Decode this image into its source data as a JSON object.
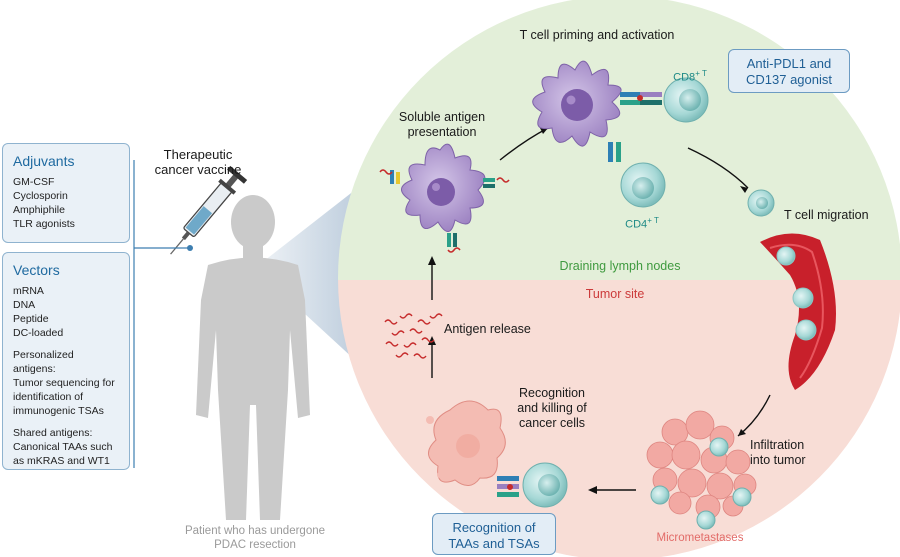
{
  "adjuvants": {
    "title": "Adjuvants",
    "items": [
      "GM-CSF",
      "Cyclosporin",
      "Amphiphile",
      "TLR agonists"
    ]
  },
  "vectors": {
    "title": "Vectors",
    "items": [
      "mRNA",
      "DNA",
      "Peptide",
      "DC-loaded"
    ],
    "personalized_title": "Personalized antigens:",
    "personalized_lines": [
      "Tumor sequencing for",
      "identification of",
      "immunogenic TSAs"
    ],
    "shared_title": "Shared antigens:",
    "shared_lines": [
      "Canonical TAAs such",
      "as mKRAS and WT1"
    ]
  },
  "vaccine_label": [
    "Therapeutic",
    "cancer vaccine"
  ],
  "patient_label": [
    "Patient who has undergone",
    "PDAC resection"
  ],
  "regions": {
    "lymph": "Draining lymph nodes",
    "tumor": "Tumor site"
  },
  "steps": {
    "soluble": [
      "Soluble antigen",
      "presentation"
    ],
    "priming": "T cell priming and activation",
    "migration": "T cell migration",
    "infiltration": [
      "Infiltration",
      "into tumor"
    ],
    "recognition": [
      "Recognition",
      "and killing of",
      "cancer cells"
    ],
    "release": "Antigen release",
    "micrometastases": "Micrometastases"
  },
  "cells": {
    "cd8": "CD8",
    "cd4": "CD4",
    "plus_t": "+ T"
  },
  "callouts": {
    "anti_pdl1": [
      "Anti-PDL1 and",
      "CD137 agonist"
    ],
    "taa_tsa": [
      "Recognition of",
      "TAAs and TSAs"
    ]
  },
  "colors": {
    "lymph_bg": "#e3efd9",
    "tumor_bg": "#f8ddd6",
    "panel_border": "#8fb3cf",
    "title_blue": "#1f6aa0",
    "green_text": "#3f9a3f",
    "red_text": "#cc3b3b",
    "dc_purple": "#a98fc9",
    "tcell_teal": "#9fd3d3",
    "vessel_red": "#c8202b",
    "body_gray": "#c9c9c9"
  }
}
